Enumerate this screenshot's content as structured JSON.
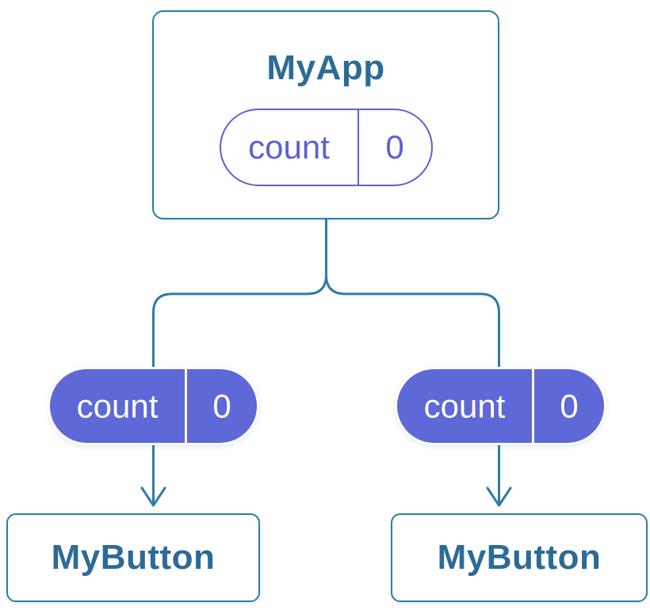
{
  "diagram": {
    "description": "Component tree: parent app holds state shared down to two buttons",
    "root": {
      "title": "MyApp",
      "state_pill": {
        "label": "count",
        "value": "0"
      }
    },
    "children": [
      {
        "title": "MyButton",
        "prop_pill": {
          "label": "count",
          "value": "0"
        }
      },
      {
        "title": "MyButton",
        "prop_pill": {
          "label": "count",
          "value": "0"
        }
      }
    ],
    "colors": {
      "connector_line": "#2E7CA8",
      "card_border": "#2E7CA8",
      "card_title_text": "#2D6B96",
      "pill_outline_stroke": "#5A62D2",
      "pill_outline_text": "#5A62D2",
      "pill_filled_background": "#5E68D6",
      "pill_filled_text": "#FFFFFF",
      "background": "#FFFFFF"
    }
  }
}
